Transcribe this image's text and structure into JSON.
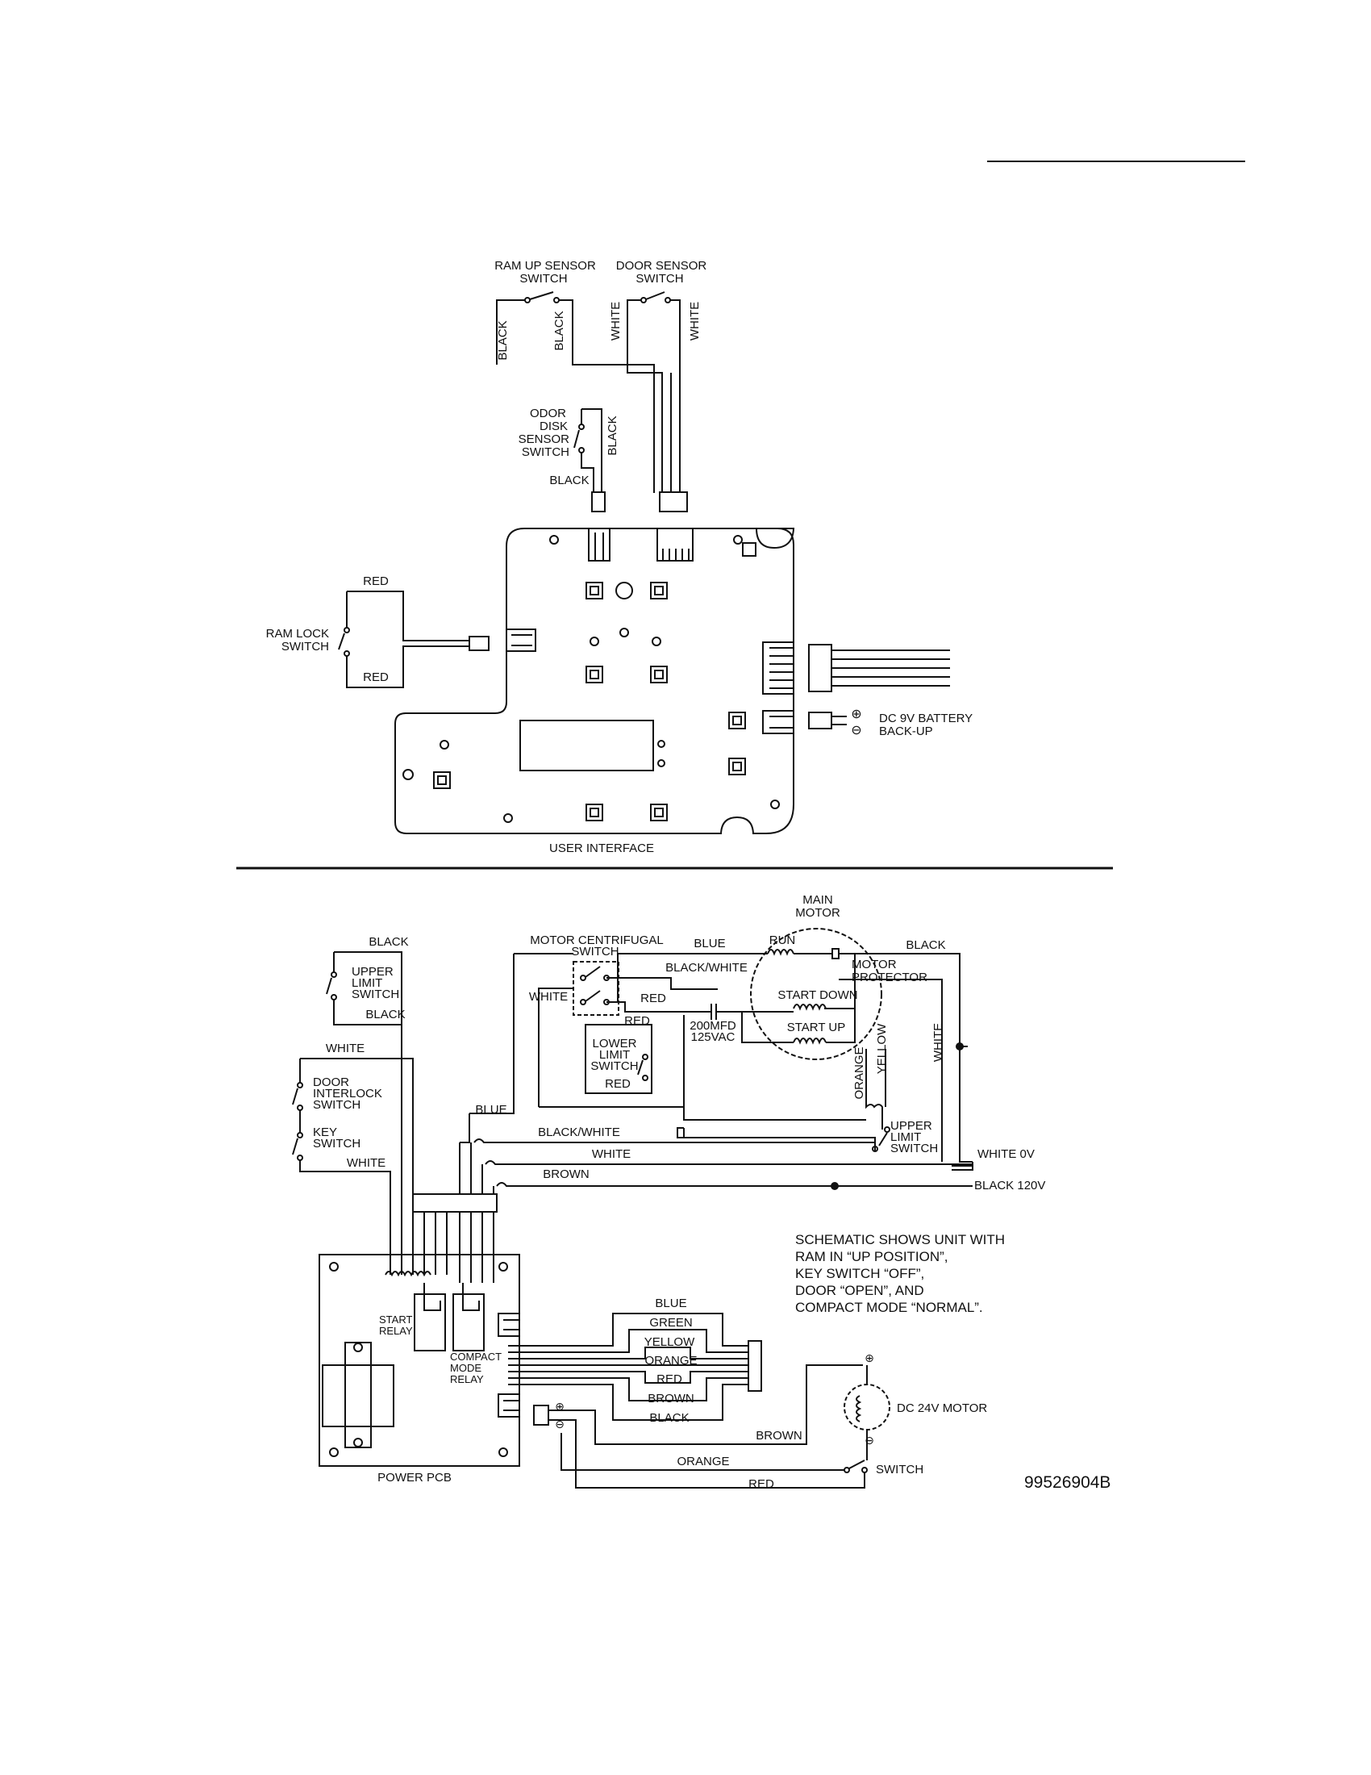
{
  "labels": {
    "ram_up_sensor_switch_1": "RAM UP SENSOR",
    "ram_up_sensor_switch_2": "SWITCH",
    "door_sensor_switch_1": "DOOR SENSOR",
    "door_sensor_switch_2": "SWITCH",
    "black_left": "BLACK",
    "black_mid": "BLACK",
    "white_left": "WHITE",
    "white_right": "WHITE",
    "odor_1": "ODOR",
    "odor_2": "DISK",
    "odor_3": "SENSOR",
    "odor_4": "SWITCH",
    "odor_black_vertical": "BLACK",
    "odor_black_horizontal": "BLACK",
    "ram_lock_red_top": "RED",
    "ram_lock_red_bottom": "RED",
    "ram_lock_switch_1": "RAM LOCK",
    "ram_lock_switch_2": "SWITCH",
    "dc_9v_battery_1": "DC 9V BATTERY",
    "dc_9v_battery_2": "BACK-UP",
    "user_interface": "USER INTERFACE",
    "main_motor_1": "MAIN",
    "main_motor_2": "MOTOR",
    "black_top_left": "BLACK",
    "upper_limit_switch_left_1": "UPPER",
    "upper_limit_switch_left_2": "LIMIT",
    "upper_limit_switch_left_3": "SWITCH",
    "black_left_2": "BLACK",
    "white_left_top": "WHITE",
    "door_interlock_switch_1": "DOOR",
    "door_interlock_switch_2": "INTERLOCK",
    "door_interlock_switch_3": "SWITCH",
    "key_switch_1": "KEY",
    "key_switch_2": "SWITCH",
    "white_left_bottom": "WHITE",
    "motor_centrifugal_switch_1": "MOTOR CENTRIFUGAL",
    "motor_centrifugal_switch_2": "SWITCH",
    "blue_top": "BLUE",
    "black_white_top": "BLACK/WHITE",
    "run": "RUN",
    "motor_protector_1": "MOTOR",
    "motor_protector_2": "PROTECTOR",
    "black_top_right": "BLACK",
    "white_centrifugal": "WHITE",
    "red_centrifugal": "RED",
    "red_lower_limit_top": "RED",
    "start_down": "START DOWN",
    "start_up": "START UP",
    "capacitor_1": "200MFD",
    "capacitor_2": "125VAC",
    "lower_limit_switch_1": "LOWER",
    "lower_limit_switch_2": "LIMIT",
    "lower_limit_switch_3": "SWITCH",
    "red_lower_limit_bottom": "RED",
    "orange_vertical": "ORANGE",
    "yellow_vertical": "YELLOW",
    "white_vertical": "WHITE",
    "blue_mid": "BLUE",
    "black_white_mid": "BLACK/WHITE",
    "upper_limit_switch_right_1": "UPPER",
    "upper_limit_switch_right_2": "LIMIT",
    "upper_limit_switch_right_3": "SWITCH",
    "white_mid": "WHITE",
    "white_0v": "WHITE  0V",
    "brown_mid": "BROWN",
    "black_120v": "BLACK  120V",
    "note_1": "SCHEMATIC SHOWS UNIT WITH",
    "note_2": "RAM IN “UP POSITION”,",
    "note_3": "KEY SWITCH “OFF”,",
    "note_4": "DOOR “OPEN”, AND",
    "note_5": "COMPACT MODE “NORMAL”.",
    "start_relay_1": "START",
    "start_relay_2": "RELAY",
    "compact_mode_relay_1": "COMPACT",
    "compact_mode_relay_2": "MODE",
    "compact_mode_relay_3": "RELAY",
    "power_pcb": "POWER PCB",
    "harness_blue": "BLUE",
    "harness_green": "GREEN",
    "harness_yellow": "YELLOW",
    "harness_orange": "ORANGE",
    "harness_red": "RED",
    "harness_brown": "BROWN",
    "harness_black": "BLACK",
    "dc_24v_motor": "DC 24V MOTOR",
    "brown_bottom": "BROWN",
    "orange_bottom": "ORANGE",
    "switch_bottom": "SWITCH",
    "red_bottom": "RED",
    "part_number": "99526904B"
  }
}
